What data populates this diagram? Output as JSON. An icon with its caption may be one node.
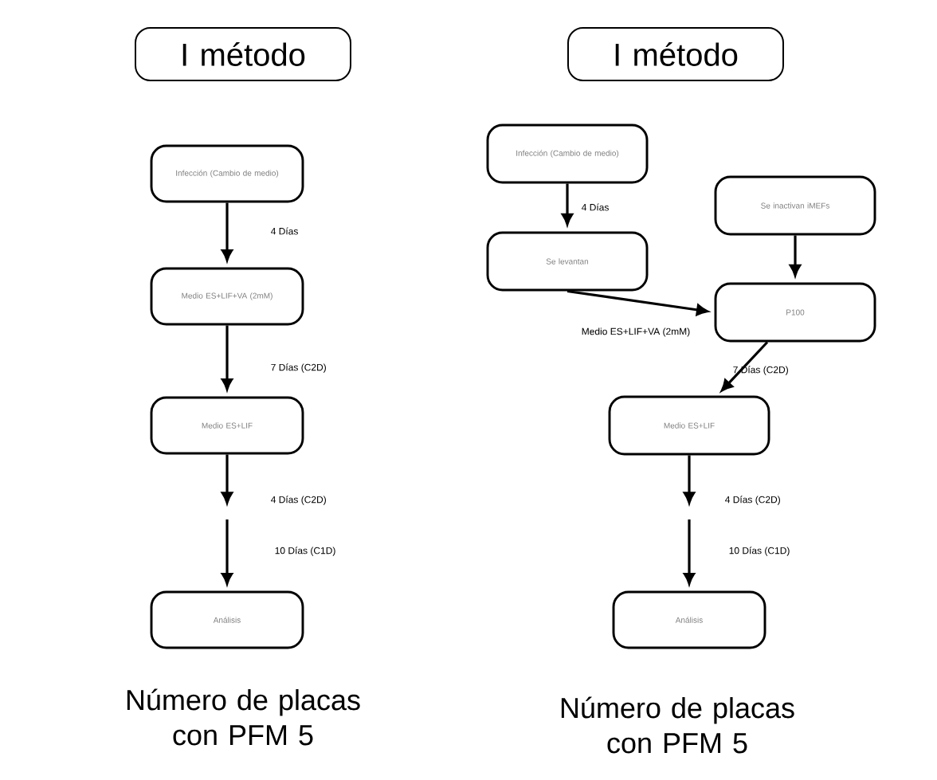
{
  "diagram": {
    "nodes": [
      {
        "text": [
          "I método"
        ]
      },
      {
        "text": [
          "Infección (Cambio de medio)"
        ]
      },
      {
        "text": [
          "Medio ES+LIF+VA (2mM)"
        ]
      },
      {
        "text": [
          "Medio ES+LIF"
        ]
      },
      {
        "text": [
          "Análisis"
        ]
      },
      {
        "text": [
          "I método"
        ]
      },
      {
        "text": [
          "Infección (Cambio de medio)"
        ]
      },
      {
        "text": [
          "Se inactivan iMEFs"
        ]
      },
      {
        "text": [
          "Se levantan"
        ]
      },
      {
        "text": [
          "P100"
        ]
      },
      {
        "text": [
          "Medio ES+LIF"
        ]
      },
      {
        "text": [
          "Análisis"
        ]
      }
    ],
    "edges": [
      {
        "from": 1,
        "to": 2,
        "arrow": "to",
        "label": "4 Días"
      },
      {
        "from": 2,
        "to": 3,
        "arrow": "to",
        "label": "7 Días (C2D)"
      },
      {
        "from": 3,
        "to": null,
        "arrow": "to",
        "label": "4 Días (C2D)"
      },
      {
        "from": null,
        "to": 4,
        "arrow": "to",
        "label": "10 Días (C1D)"
      },
      {
        "from": 6,
        "to": 8,
        "arrow": "to",
        "label": "4 Días"
      },
      {
        "from": 7,
        "to": 9,
        "arrow": "to"
      },
      {
        "from": 8,
        "to": 9,
        "arrow": "to",
        "label": "Medio ES+LIF+VA (2mM)"
      },
      {
        "from": 9,
        "to": 10,
        "arrow": "to",
        "label": "7 Días (C2D)"
      },
      {
        "from": 10,
        "to": null,
        "arrow": "to",
        "label": "4 Días (C2D)"
      },
      {
        "from": null,
        "to": 11,
        "arrow": "to",
        "label": "10 Días (C1D)"
      }
    ],
    "labels": [
      "Número de placas con PFM 5",
      "Número de placas con PFM 5"
    ]
  }
}
